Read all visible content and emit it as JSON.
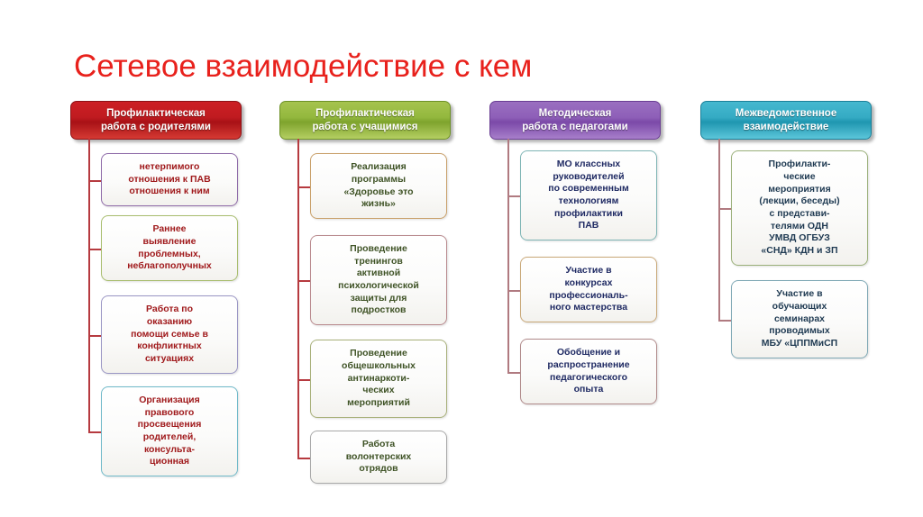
{
  "page": {
    "title": "Сетевое взаимодействие с кем",
    "title_color": "#e8211c",
    "background": "#ffffff"
  },
  "diagram": {
    "type": "hierarchy-columns",
    "columns": [
      {
        "id": "col-parents",
        "header": "Профилактическая\nработа с родителями",
        "header_color": "#c01b20",
        "line_color": "#b63a3f",
        "text_color": "#a01a1c",
        "items": [
          {
            "label": "нетерпимого\nотношения к ПАВ\nотношения к ним",
            "border_color": "#8e6aa8",
            "text_color": "#a01a1c"
          },
          {
            "label": "Раннее\nвыявление\nпроблемных,\nнеблагополучных",
            "border_color": "#a8bd6e",
            "text_color": "#a01a1c"
          },
          {
            "label": "Работа по\nоказанию\nпомощи семье в\nконфликтных\nситуациях",
            "border_color": "#9a96c4",
            "text_color": "#a01a1c"
          },
          {
            "label": "Организация\nправового\nпросвещения\nродителей,\nконсульта-\nционная",
            "border_color": "#6fb9c9",
            "text_color": "#a01a1c"
          }
        ]
      },
      {
        "id": "col-students",
        "header": "Профилактическая\nработа с учащимися",
        "header_color": "#93b83e",
        "line_color": "#b63a3f",
        "text_color": "#3f5326",
        "items": [
          {
            "label": "Реализация\nпрограммы\n«Здоровье это\nжизнь»",
            "border_color": "#c9a06a",
            "text_color": "#3f5326"
          },
          {
            "label": "Проведение\nтренингов\nактивной\nпсихологической\nзащиты для\nподростков",
            "border_color": "#b98a8e",
            "text_color": "#3f5326"
          },
          {
            "label": "Проведение\nобщешкольных\nантинаркоти-\nческих\nмероприятий",
            "border_color": "#a8b07a",
            "text_color": "#3f5326"
          },
          {
            "label": "Работа\nволонтерских\nотрядов",
            "border_color": "#a9a9a9",
            "text_color": "#3f5326"
          }
        ]
      },
      {
        "id": "col-teachers",
        "header": "Методическая\nработа с педагогами",
        "header_color": "#8e5fb8",
        "line_color": "#b07a80",
        "text_color": "#1f2a63",
        "items": [
          {
            "label": "МО классных\nруководителей\nпо современным\nтехнологиям\nпрофилактики\nПАВ",
            "border_color": "#7fb5b5",
            "text_color": "#1f2a63"
          },
          {
            "label": "Участие в\nконкурсах\nпрофессиональ-\nного мастерства",
            "border_color": "#c9a878",
            "text_color": "#1f2a63"
          },
          {
            "label": "Обобщение и\nраспространение\nпедагогического\nопыта",
            "border_color": "#b08a8a",
            "text_color": "#1f2a63"
          }
        ]
      },
      {
        "id": "col-interagency",
        "header": "Межведомственное\nвзаимодействие",
        "header_color": "#35abc4",
        "line_color": "#b07a80",
        "text_color": "#1f3a52",
        "items": [
          {
            "label": "Профилакти-\nческие\nмероприятия\n(лекции, беседы)\nс представи-\nтелями ОДН\nУМВД ОГБУЗ\n«СНД» КДН и ЗП",
            "border_color": "#9bb07a",
            "text_color": "#1f3a52"
          },
          {
            "label": "Участие в\nобучающих\nсеминарах\nпроводимых\nМБУ «ЦППМиСП",
            "border_color": "#7fa8b5",
            "text_color": "#1f3a52"
          }
        ]
      }
    ]
  }
}
